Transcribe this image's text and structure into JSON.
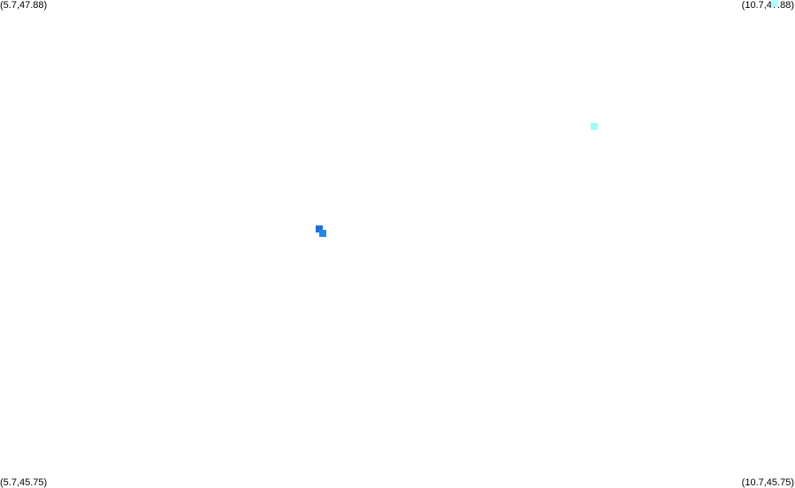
{
  "corners": {
    "top_left": "(5.7,47.88)",
    "top_right": "(10.7,47.88)",
    "bottom_left": "(5.7,45.75)",
    "bottom_right": "(10.7,45.75)"
  },
  "extent": {
    "lon_min": 5.7,
    "lon_max": 10.7,
    "lat_min": 45.75,
    "lat_max": 47.88
  },
  "colors": {
    "background": "#ffffff",
    "label": "#000000"
  },
  "points": [
    {
      "lon": 10.57,
      "lat": 47.88,
      "color": "#b3ffff"
    },
    {
      "lon": 9.44,
      "lat": 47.33,
      "color": "#99ffff"
    },
    {
      "lon": 7.71,
      "lat": 46.88,
      "color": "#1e6fd9"
    },
    {
      "lon": 7.73,
      "lat": 46.86,
      "color": "#2288ee"
    }
  ]
}
